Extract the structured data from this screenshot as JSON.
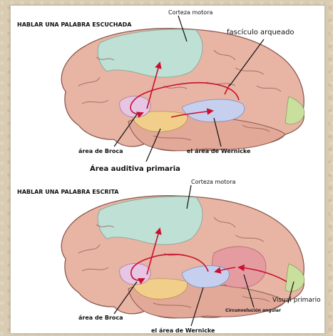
{
  "top": {
    "title": "HABLAR UNA PALABRA ESCUCHADA",
    "motor_label": "Corteza motora",
    "fasciculus_label": "fascículo arqueado",
    "broca_label": "área de Broca",
    "wernicke_label": "el área de Wernicke",
    "auditory_label": "Área auditiva primaria"
  },
  "bottom": {
    "title": "HABLAR UNA PALABRA ESCRITA",
    "motor_label": "Corteza motora",
    "broca_label": "área de Broca",
    "angular_label": "Circunvolución angular",
    "visual_label": "Visual primario",
    "wernicke_label": "el área de Wernicke"
  },
  "colors": {
    "brain": "#e8b4a4",
    "motor": "#bfe0d4",
    "broca": "#e6c6e4",
    "auditory": "#f1cf8a",
    "wernicke": "#c6d0ee",
    "visual": "#c9df9d",
    "angular": "#e59aa0",
    "arrow": "#c8102e"
  }
}
